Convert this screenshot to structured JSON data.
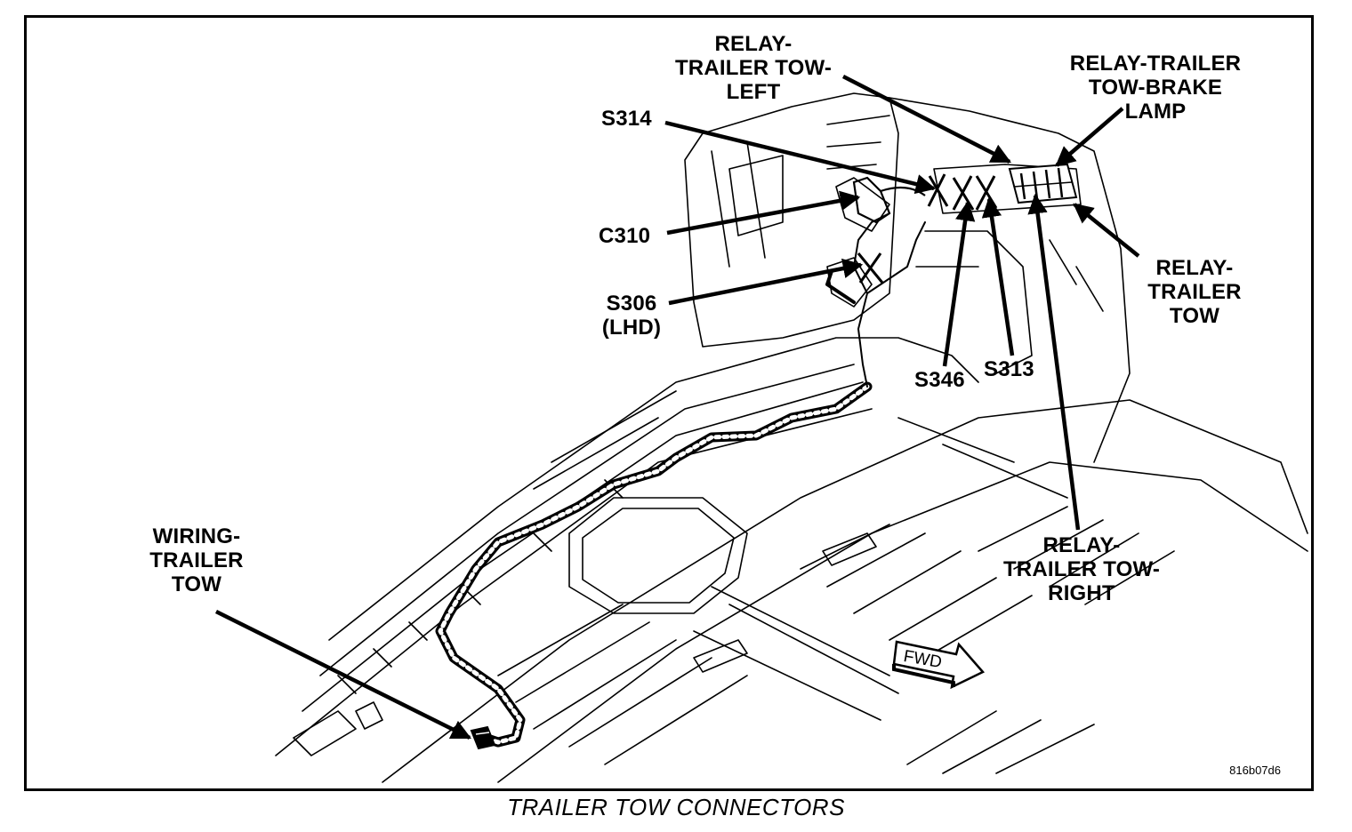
{
  "figure": {
    "caption": "TRAILER TOW CONNECTORS",
    "code": "816b07d6",
    "fwd": "FWD"
  },
  "labels": {
    "relay_left": [
      "RELAY-",
      "TRAILER TOW-",
      "LEFT"
    ],
    "relay_brake": [
      "RELAY-TRAILER",
      "TOW-BRAKE",
      "LAMP"
    ],
    "s314": "S314",
    "c310": "C310",
    "s306": [
      "S306",
      "(LHD)"
    ],
    "s346": "S346",
    "s313": "S313",
    "relay_tow": [
      "RELAY-",
      "TRAILER",
      "TOW"
    ],
    "relay_right": [
      "RELAY-",
      "TRAILER TOW-",
      "RIGHT"
    ],
    "wiring": [
      "WIRING-",
      "TRAILER",
      "TOW"
    ]
  }
}
